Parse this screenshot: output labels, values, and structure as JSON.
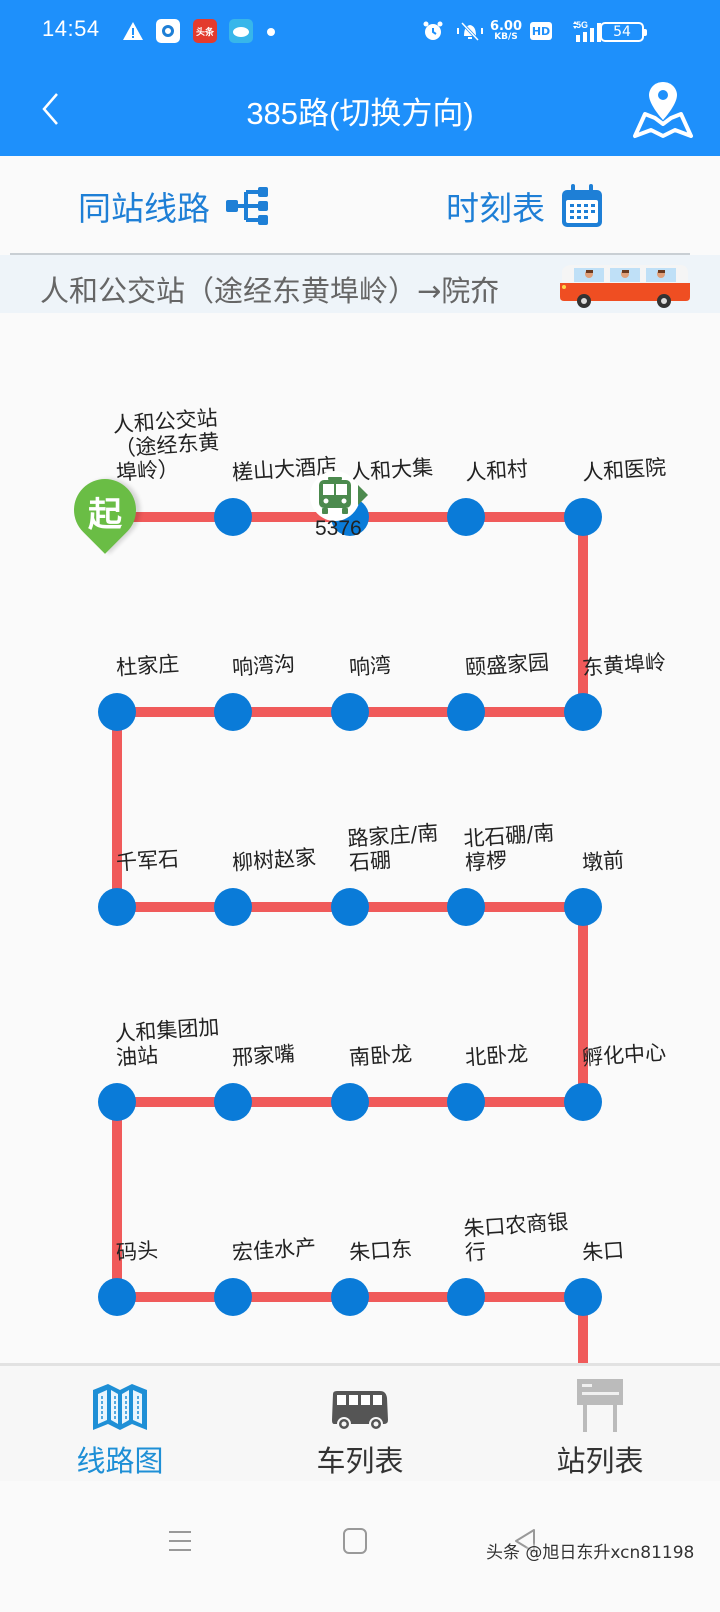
{
  "status_bar": {
    "time": "14:54",
    "app_icon_toutiao_label": "头条",
    "net_speed_value": "6.00",
    "net_speed_unit": "KB/S",
    "hd_label": "HD",
    "network_type": "5G",
    "battery_level": "54"
  },
  "header": {
    "title": "385路(切换方向)",
    "back_icon": "chevron-left-icon",
    "map_icon": "map-pin-icon",
    "color": "#1e90fb"
  },
  "actions": {
    "same_station_label": "同站线路",
    "same_station_icon": "branch-tree-icon",
    "timetable_label": "时刻表",
    "timetable_icon": "calendar-icon"
  },
  "direction": {
    "text": "人和公交站（途经东黄埠岭）→院夼",
    "icon": "bus-illustration-icon"
  },
  "route_map": {
    "line_color": "#f05a5a",
    "node_color": "#0a7bd8",
    "start_marker_label": "起",
    "bus": {
      "icon": "bus-icon",
      "number": "5376",
      "color": "#4c8a4e"
    },
    "stations": [
      {
        "name": "人和公交站\n（途经东黄\n埠岭）"
      },
      {
        "name": "槎山大酒店"
      },
      {
        "name": "人和大集"
      },
      {
        "name": "人和村"
      },
      {
        "name": "人和医院"
      },
      {
        "name": "东黄埠岭"
      },
      {
        "name": "颐盛家园"
      },
      {
        "name": "响湾"
      },
      {
        "name": "响湾沟"
      },
      {
        "name": "杜家庄"
      },
      {
        "name": "千军石"
      },
      {
        "name": "柳树赵家"
      },
      {
        "name": "路家庄/南\n石硼"
      },
      {
        "name": "北石硼/南\n椁椤"
      },
      {
        "name": "墩前"
      },
      {
        "name": "孵化中心"
      },
      {
        "name": "北卧龙"
      },
      {
        "name": "南卧龙"
      },
      {
        "name": "邢家嘴"
      },
      {
        "name": "人和集团加\n油站"
      },
      {
        "name": "码头"
      },
      {
        "name": "宏佳水产"
      },
      {
        "name": "朱口东"
      },
      {
        "name": "朱口农商银\n行"
      },
      {
        "name": "朱口"
      }
    ]
  },
  "tabs": [
    {
      "label": "线路图",
      "icon": "folded-map-icon",
      "active": true,
      "color": "#1e8fd6"
    },
    {
      "label": "车列表",
      "icon": "bus-icon",
      "active": false
    },
    {
      "label": "站列表",
      "icon": "bus-stop-sign-icon",
      "active": false
    }
  ],
  "nav_bar": {
    "menu_icon": "menu-lines-icon",
    "home_icon": "home-square-icon",
    "back_icon": "back-triangle-icon"
  },
  "watermark": "头条 @旭日东升xcn81198"
}
